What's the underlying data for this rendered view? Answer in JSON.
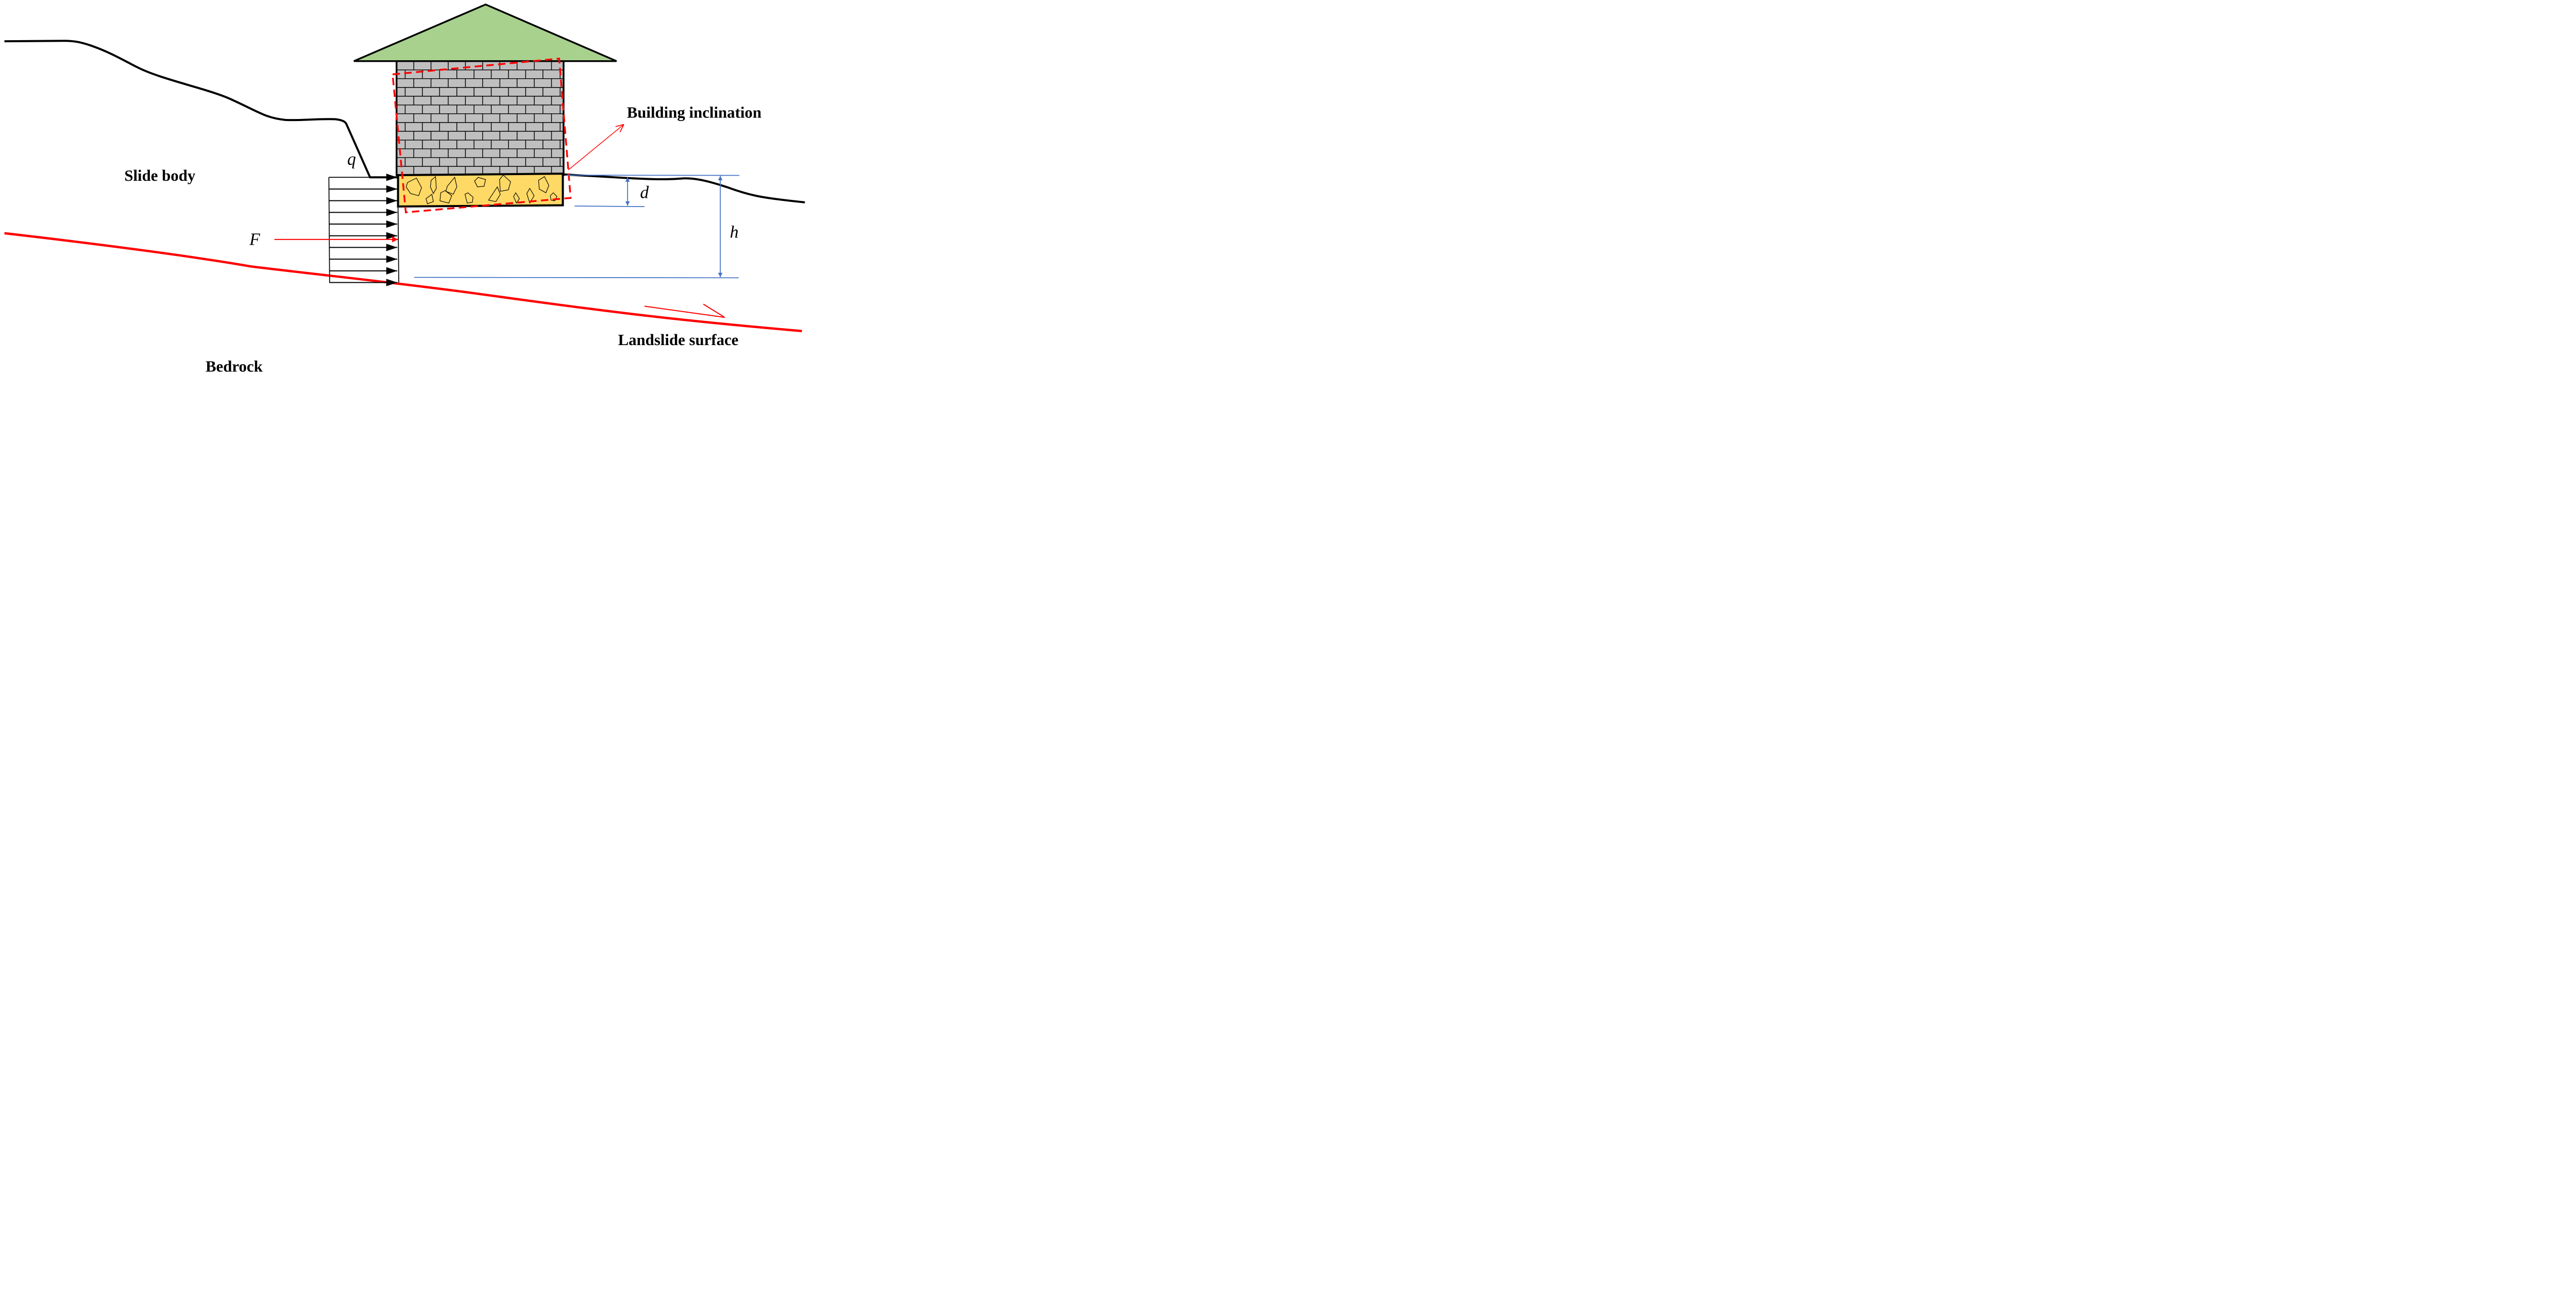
{
  "labels": {
    "slide_body": "Slide body",
    "bedrock": "Bedrock",
    "building_inclination": "Building inclination",
    "landslide_surface": "Landslide surface",
    "q": "q",
    "F": "F",
    "d": "d",
    "h": "h"
  },
  "colors": {
    "roof": "#a9d18e",
    "brick": "#bfbfbf",
    "foundation": "#ffd966",
    "landslide_surface": "#ff0000",
    "inclination_outline": "#ff0000",
    "dimension_lines": "#4472c4",
    "outline": "#000000"
  },
  "structure": {
    "brick_rows": 13,
    "load_arrows": 10
  }
}
